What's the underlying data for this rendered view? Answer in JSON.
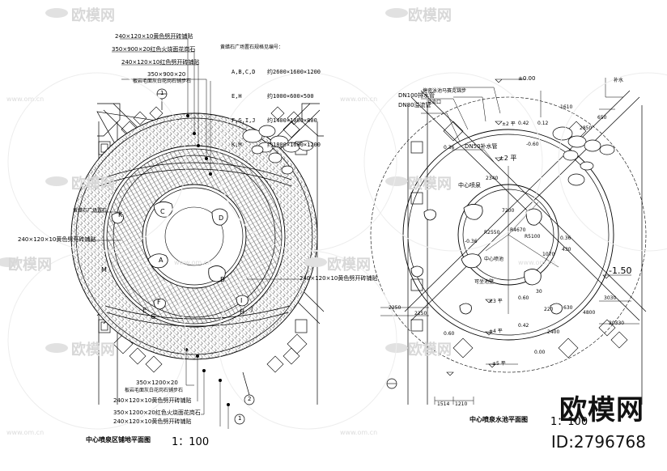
{
  "left_plan": {
    "title": "中心喷泉区铺地平面图",
    "scale": "1：100",
    "legend_title": "黄蜡石广场置石规格见编号：",
    "legend_rows": [
      {
        "code": "A,B,C,D",
        "size": "约2600×1600×1200"
      },
      {
        "code": "E,H",
        "size": "约1000×600×500"
      },
      {
        "code": "F,G,I,J",
        "size": "约1400×1000×800"
      },
      {
        "code": "K,M",
        "size": "约1800×1600×1200"
      }
    ],
    "callouts_top": [
      "240×120×10黄色劈开砖铺贴",
      "350×900×20红色火烧面花岗石",
      "240×120×10红色劈开砖铺贴",
      "350×900×20",
      "板岩毛面灰白花岗石铺步石"
    ],
    "callout_left_rock": "黄蜡石广场置石",
    "callout_left_paving": "240×120×10黄色劈开砖铺贴",
    "callout_right_paving": "240×120×10黄色劈开砖铺贴",
    "callouts_bottom": [
      "350×1200×20",
      "板岩毛面灰白花岗石铺步石",
      "240×120×10黄色劈开砖铺贴",
      "350×1200×20红色火烧面花岗石",
      "240×120×10黄色劈开砖铺贴"
    ],
    "rock_letters": [
      "A",
      "B",
      "C",
      "D",
      "E",
      "F",
      "G",
      "H",
      "I",
      "J",
      "K",
      "M"
    ],
    "section_marks": [
      "1",
      "2",
      "1"
    ]
  },
  "right_plan": {
    "title": "中心喷泉水池平面图",
    "scale": "1：100",
    "pipe_labels": [
      "DN100排水管",
      "DN80溢流管",
      "DN50补水管"
    ],
    "callouts": [
      "搪瓷泳池马赛克锦步",
      "溢流口",
      "中心喷泉",
      "中心喷池",
      "可坐池壁",
      "补水",
      "±0.00",
      "-1.50"
    ],
    "elevations": [
      "±0.00",
      "±2 平",
      "±2 平",
      "±3 平",
      "±4 平",
      "±5 平",
      "-0.60",
      "0.60",
      "0.42",
      "0.36",
      "-0.36",
      "0.36",
      "0.42",
      "0.12",
      "0.60",
      "0.00"
    ],
    "dimensions": [
      "1610",
      "650",
      "2850",
      "7200",
      "R2550",
      "R4670",
      "R5100",
      "430",
      "1070",
      "2250",
      "2250",
      "3030",
      "20330",
      "4800",
      "2400",
      "1210",
      "1514",
      "2340",
      "30",
      "630",
      "220"
    ]
  },
  "watermark": {
    "brand_text": "欧模网",
    "tile_text": "欧模网",
    "url_text": "www.om.cn",
    "id_text": "ID:2796768"
  }
}
